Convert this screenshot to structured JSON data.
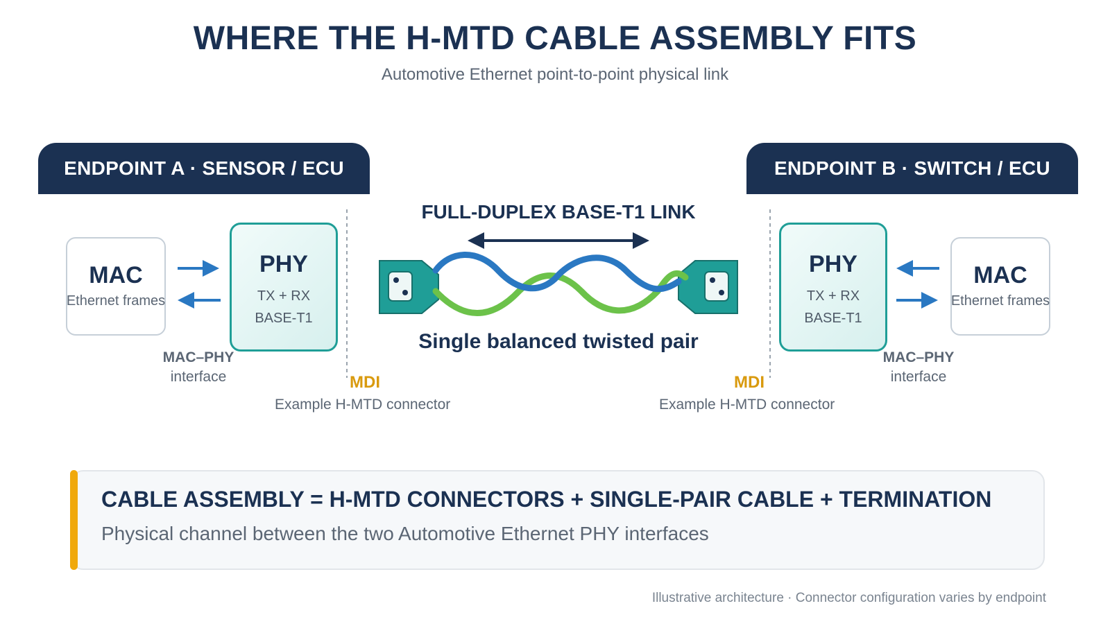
{
  "header": {
    "title": "WHERE THE H-MTD CABLE ASSEMBLY FITS",
    "subtitle": "Automotive Ethernet point-to-point physical link"
  },
  "endpoint_a": {
    "header": "ENDPOINT A · SENSOR / ECU",
    "mac_title": "MAC",
    "mac_sub": "Ethernet frames",
    "phy_title": "PHY",
    "phy_line1": "TX + RX",
    "phy_line2": "BASE-T1",
    "iface_line1": "MAC–PHY",
    "iface_line2": "interface",
    "mdi": "MDI",
    "connector_label": "Example H-MTD connector"
  },
  "endpoint_b": {
    "header": "ENDPOINT B · SWITCH / ECU",
    "mac_title": "MAC",
    "mac_sub": "Ethernet frames",
    "phy_title": "PHY",
    "phy_line1": "TX + RX",
    "phy_line2": "BASE-T1",
    "iface_line1": "MAC–PHY",
    "iface_line2": "interface",
    "mdi": "MDI",
    "connector_label": "Example H-MTD connector"
  },
  "link": {
    "title": "FULL-DUPLEX BASE-T1 LINK",
    "pair_label": "Single balanced twisted pair"
  },
  "summary": {
    "title": "CABLE ASSEMBLY = H-MTD CONNECTORS + SINGLE-PAIR CABLE + TERMINATION",
    "subtitle": "Physical channel between the two Automotive Ethernet PHY interfaces"
  },
  "footnote": "Illustrative architecture · Connector configuration varies by endpoint",
  "colors": {
    "navy": "#1b3152",
    "teal": "#1f9e97",
    "blue_wire": "#2a78c2",
    "green_wire": "#6cc24a",
    "accent": "#f0a90c",
    "arrow_blue": "#2a78c2"
  },
  "icons": [
    "arrow-right-icon",
    "arrow-left-icon",
    "double-arrow-icon",
    "connector-icon",
    "twisted-pair-icon"
  ]
}
